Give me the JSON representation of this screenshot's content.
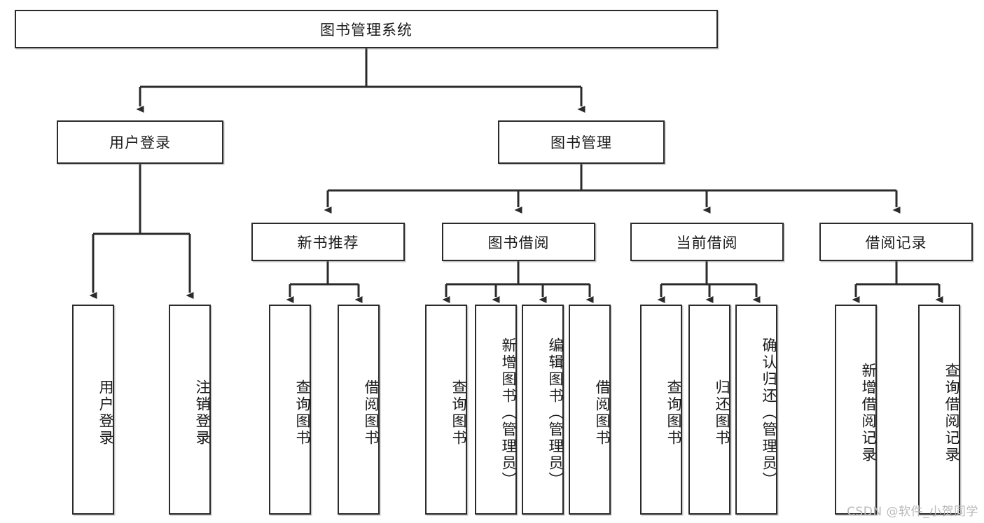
{
  "diagram": {
    "title": "图书管理系统",
    "type": "tree-hierarchy-diagram",
    "colors": {
      "box_border": "#2b2b2b",
      "box_fill": "#ffffff",
      "edge": "#2b2b2b",
      "background": "#ffffff",
      "watermark": "#b9b9b9"
    },
    "root": {
      "label": "图书管理系统",
      "name": "node-root-library-management-system"
    },
    "level2": [
      {
        "label": "用户登录",
        "name": "node-user-login"
      },
      {
        "label": "图书管理",
        "name": "node-book-management"
      }
    ],
    "level3": [
      {
        "label": "新书推荐",
        "name": "node-new-book-recommend"
      },
      {
        "label": "图书借阅",
        "name": "node-book-borrow"
      },
      {
        "label": "当前借阅",
        "name": "node-current-borrow"
      },
      {
        "label": "借阅记录",
        "name": "node-borrow-records"
      }
    ],
    "leaves": [
      {
        "label": "用户登录",
        "name": "leaf-user-login",
        "parent": "用户登录"
      },
      {
        "label": "注销登录",
        "name": "leaf-logout",
        "parent": "用户登录"
      },
      {
        "label": "查询图书",
        "name": "leaf-query-books-recommend",
        "parent": "新书推荐"
      },
      {
        "label": "借阅图书",
        "name": "leaf-borrow-books-recommend",
        "parent": "新书推荐"
      },
      {
        "label": "查询图书",
        "name": "leaf-query-books-borrow",
        "parent": "图书借阅"
      },
      {
        "label": "新增图书（管理员）",
        "name": "leaf-add-book-admin",
        "parent": "图书借阅"
      },
      {
        "label": "编辑图书（管理员）",
        "name": "leaf-edit-book-admin",
        "parent": "图书借阅"
      },
      {
        "label": "借阅图书",
        "name": "leaf-borrow-books",
        "parent": "图书借阅"
      },
      {
        "label": "查询图书",
        "name": "leaf-query-books-current",
        "parent": "当前借阅"
      },
      {
        "label": "归还图书",
        "name": "leaf-return-books",
        "parent": "当前借阅"
      },
      {
        "label": "确认归还（管理员）",
        "name": "leaf-confirm-return-admin",
        "parent": "当前借阅"
      },
      {
        "label": "新增借阅记录",
        "name": "leaf-add-borrow-record",
        "parent": "借阅记录"
      },
      {
        "label": "查询借阅记录",
        "name": "leaf-query-borrow-record",
        "parent": "借阅记录"
      }
    ],
    "watermark": "CSDN @软件_小贺同学"
  }
}
